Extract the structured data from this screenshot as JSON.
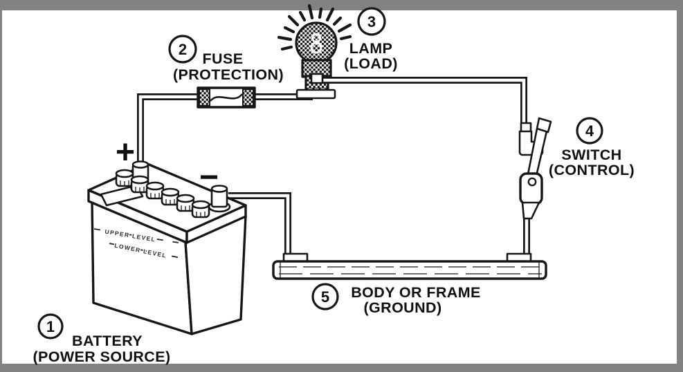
{
  "figure": {
    "description": "Basic one-wire automotive electrical circuit diagram",
    "callouts": [
      {
        "number": "1",
        "title": "BATTERY",
        "subtitle": "(POWER SOURCE)"
      },
      {
        "number": "2",
        "title": "FUSE",
        "subtitle": "(PROTECTION)"
      },
      {
        "number": "3",
        "title": "LAMP",
        "subtitle": "(LOAD)"
      },
      {
        "number": "4",
        "title": "SWITCH",
        "subtitle": "(CONTROL)"
      },
      {
        "number": "5",
        "title": "BODY OR FRAME",
        "subtitle": "(GROUND)"
      }
    ],
    "battery": {
      "positive_sign": "+",
      "negative_sign": "−",
      "markings": [
        "UPPER LEVEL",
        "LOWER LEVEL"
      ]
    },
    "colors": {
      "ink": "#161616",
      "paper": "#ffffff",
      "border": "#828282"
    }
  }
}
